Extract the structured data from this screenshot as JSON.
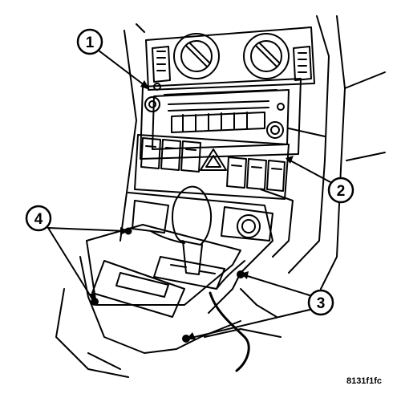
{
  "figure_id": "8131f1fc",
  "callouts": [
    {
      "label": "1",
      "part": "radio"
    },
    {
      "label": "2",
      "part": "hvac-switch-bezel"
    },
    {
      "label": "3",
      "part": "lower-screws"
    },
    {
      "label": "4",
      "part": "upper-screws"
    }
  ],
  "colors": {
    "ink": "#000000",
    "paper": "#ffffff"
  }
}
